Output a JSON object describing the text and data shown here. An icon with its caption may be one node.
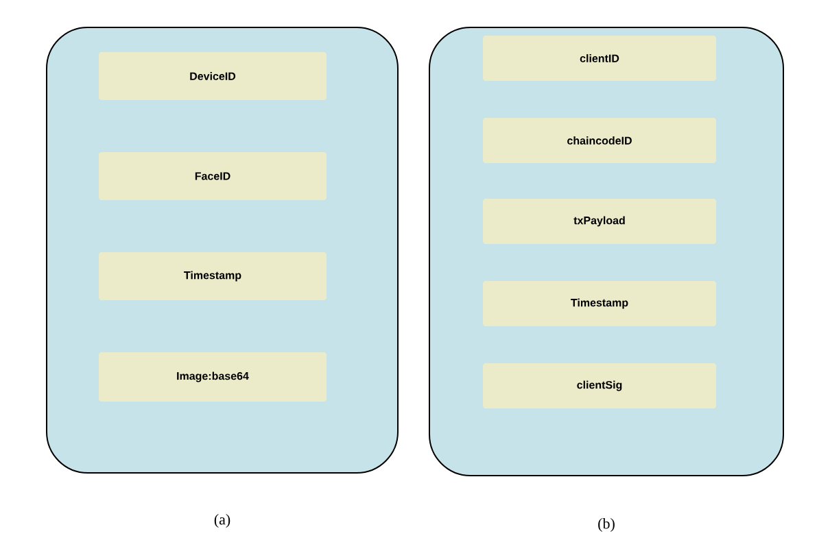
{
  "diagram": {
    "nodes": [
      {
        "text": [],
        "shape": "box",
        "beside": [
          "(a)"
        ]
      },
      {
        "text": [
          "DeviceID"
        ],
        "in": 0
      },
      {
        "text": [
          "FaceID"
        ],
        "in": 0
      },
      {
        "text": [
          "Timestamp"
        ],
        "in": 0
      },
      {
        "text": [
          "Image:base64"
        ],
        "in": 0
      },
      {
        "text": [],
        "shape": "box",
        "beside": [
          "(b)"
        ]
      },
      {
        "text": [
          "clientID"
        ],
        "in": 5
      },
      {
        "text": [
          "chaincodeID"
        ],
        "in": 5
      },
      {
        "text": [
          "txPayload"
        ],
        "in": 5
      },
      {
        "text": [
          "Timestamp"
        ],
        "in": 5
      },
      {
        "text": [
          "clientSig"
        ],
        "in": 5
      }
    ]
  }
}
